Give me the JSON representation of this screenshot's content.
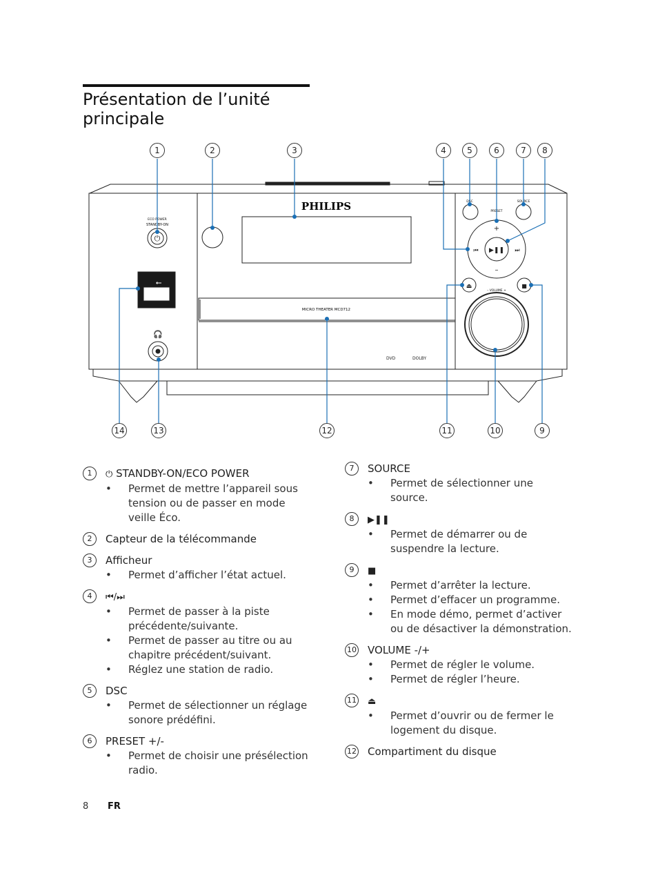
{
  "title": "Présentation de l’unité principale",
  "figure": {
    "brand": "PHILIPS",
    "model": "MICRO THEATER MCD712",
    "labels": {
      "eco_power": "ECO POWER",
      "standby_on": "STANDBY-ON",
      "dsc": "DSC",
      "preset": "PRESET",
      "source": "SOURCE",
      "volume": "– VOLUME +"
    },
    "callouts_top": [
      "1",
      "2",
      "3",
      "4",
      "5",
      "6",
      "7",
      "8"
    ],
    "callouts_bottom": [
      "14",
      "13",
      "12",
      "11",
      "10",
      "9"
    ]
  },
  "left_items": [
    {
      "num": "1",
      "icon": "power-icon",
      "symbol": "⏻",
      "label": "STANDBY-ON/ECO POWER",
      "bullets": [
        "Permet de mettre l’appareil sous tension ou de passer en mode veille Éco."
      ]
    },
    {
      "num": "2",
      "label": "Capteur de la télécommande",
      "bullets": []
    },
    {
      "num": "3",
      "label": "Afficheur",
      "bullets": [
        "Permet d’afficher l’état actuel."
      ]
    },
    {
      "num": "4",
      "icon": "prev-next-icon",
      "symbol": "⏮/⏭",
      "label": "",
      "bullets": [
        "Permet de passer à la piste précédente/suivante.",
        "Permet de passer au titre ou au chapitre précédent/suivant.",
        "Réglez une station de radio."
      ]
    },
    {
      "num": "5",
      "label": "DSC",
      "bullets": [
        "Permet de sélectionner un réglage sonore prédéfini."
      ]
    },
    {
      "num": "6",
      "label": "PRESET +/-",
      "bullets": [
        "Permet de choisir une présélection radio."
      ]
    }
  ],
  "right_items": [
    {
      "num": "7",
      "label": "SOURCE",
      "bullets": [
        "Permet de sélectionner une source."
      ]
    },
    {
      "num": "8",
      "icon": "play-pause-icon",
      "symbol": "▶❚❚",
      "label": "",
      "bullets": [
        "Permet de démarrer ou de suspendre la lecture."
      ]
    },
    {
      "num": "9",
      "icon": "stop-icon",
      "symbol": "■",
      "label": "",
      "bullets": [
        "Permet d’arrêter la lecture.",
        "Permet d’effacer un programme.",
        "En mode démo, permet d’activer ou de désactiver la démonstration."
      ]
    },
    {
      "num": "10",
      "label": "VOLUME -/+",
      "bullets": [
        "Permet de régler le volume.",
        "Permet de régler l’heure."
      ]
    },
    {
      "num": "11",
      "icon": "eject-icon",
      "symbol": "⏏",
      "label": "",
      "bullets": [
        "Permet d’ouvrir ou de fermer le logement du disque."
      ]
    },
    {
      "num": "12",
      "label": "Compartiment du disque",
      "bullets": []
    }
  ],
  "footer": {
    "page": "8",
    "lang": "FR"
  }
}
